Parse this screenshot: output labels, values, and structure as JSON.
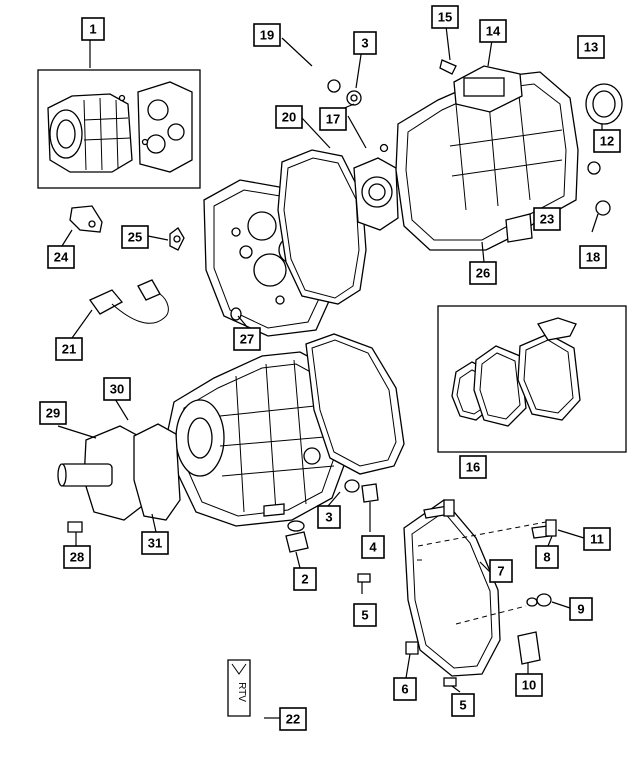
{
  "callouts": [
    {
      "id": "c1",
      "label": "1"
    },
    {
      "id": "c2",
      "label": "2"
    },
    {
      "id": "c3a",
      "label": "3"
    },
    {
      "id": "c3b",
      "label": "3"
    },
    {
      "id": "c4",
      "label": "4"
    },
    {
      "id": "c5a",
      "label": "5"
    },
    {
      "id": "c5b",
      "label": "5"
    },
    {
      "id": "c6",
      "label": "6"
    },
    {
      "id": "c7",
      "label": "7"
    },
    {
      "id": "c8",
      "label": "8"
    },
    {
      "id": "c9",
      "label": "9"
    },
    {
      "id": "c10",
      "label": "10"
    },
    {
      "id": "c11",
      "label": "11"
    },
    {
      "id": "c12",
      "label": "12"
    },
    {
      "id": "c13",
      "label": "13"
    },
    {
      "id": "c14",
      "label": "14"
    },
    {
      "id": "c15",
      "label": "15"
    },
    {
      "id": "c16",
      "label": "16"
    },
    {
      "id": "c17",
      "label": "17"
    },
    {
      "id": "c18",
      "label": "18"
    },
    {
      "id": "c19",
      "label": "19"
    },
    {
      "id": "c20",
      "label": "20"
    },
    {
      "id": "c21",
      "label": "21"
    },
    {
      "id": "c22",
      "label": "22"
    },
    {
      "id": "c23",
      "label": "23"
    },
    {
      "id": "c24",
      "label": "24"
    },
    {
      "id": "c25",
      "label": "25"
    },
    {
      "id": "c26",
      "label": "26"
    },
    {
      "id": "c27",
      "label": "27"
    },
    {
      "id": "c28",
      "label": "28"
    },
    {
      "id": "c29",
      "label": "29"
    },
    {
      "id": "c30",
      "label": "30"
    },
    {
      "id": "c31",
      "label": "31"
    }
  ],
  "tag_text": "RTV"
}
